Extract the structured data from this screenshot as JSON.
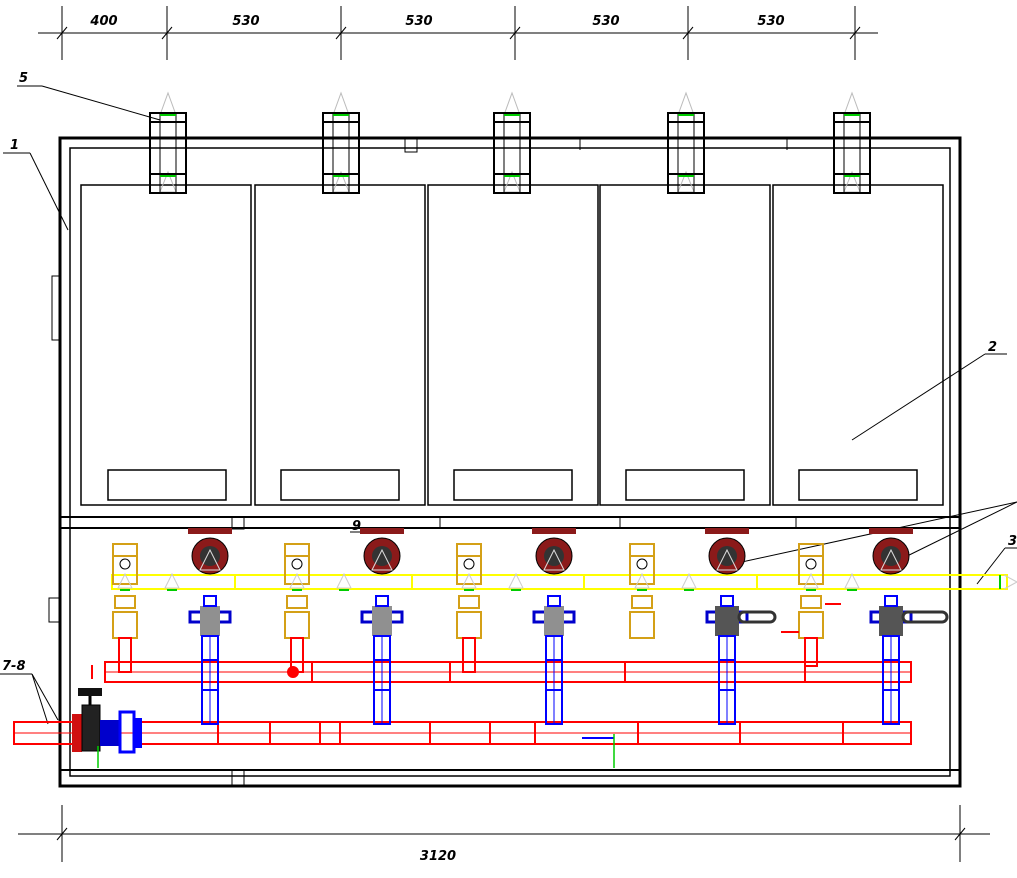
{
  "dimensions": {
    "top_segments": [
      "400",
      "530",
      "530",
      "530",
      "530"
    ],
    "overall_width": "3120"
  },
  "callouts": {
    "frame": "1",
    "boiler": "2",
    "pump_group": "3",
    "flue_adapter": "5",
    "manifold": "7-8",
    "valve": "9"
  },
  "colors": {
    "outline": "#000000",
    "supply_pipe": "#ff0000",
    "return_pipe": "#0000ff",
    "gas_pipe": "#ffff00",
    "valve_brass": "#d4a017",
    "pump_body": "#8b1a1a",
    "fitting_grey": "#909090",
    "marker_green": "#00cc00"
  }
}
